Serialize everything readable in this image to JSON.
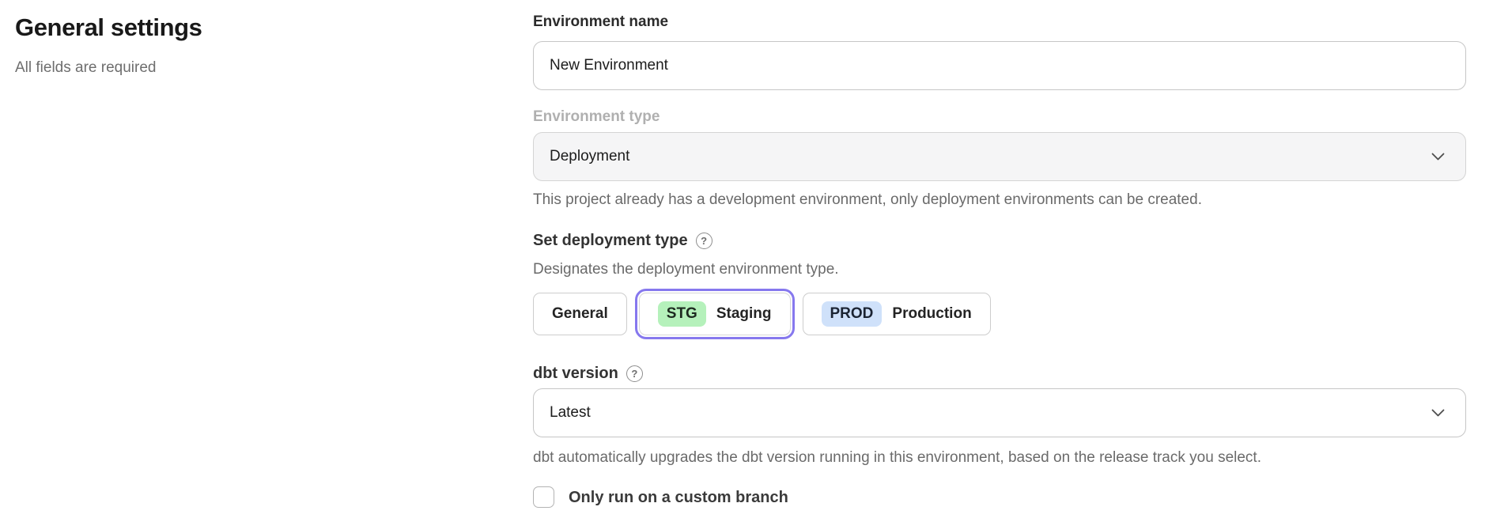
{
  "header": {
    "title": "General settings",
    "subtitle": "All fields are required"
  },
  "form": {
    "environment_name": {
      "label": "Environment name",
      "value": "New Environment"
    },
    "environment_type": {
      "label": "Environment type",
      "value": "Deployment",
      "state": "disabled",
      "helper": "This project already has a development environment, only deployment environments can be created."
    },
    "deployment_type": {
      "label": "Set deployment type",
      "help_icon": "question-circle",
      "description": "Designates the deployment environment type.",
      "options": [
        {
          "label": "General",
          "selected": false
        },
        {
          "badge": "STG",
          "label": "Staging",
          "selected": true
        },
        {
          "badge": "PROD",
          "label": "Production",
          "selected": false
        }
      ]
    },
    "dbt_version": {
      "label": "dbt version",
      "help_icon": "question-circle",
      "value": "Latest",
      "helper": "dbt automatically upgrades the dbt version running in this environment, based on the release track you select."
    },
    "custom_branch": {
      "label": "Only run on a custom branch",
      "checked": false
    }
  },
  "icons": {
    "help": "?",
    "dropdown": "chevron-down"
  },
  "colors": {
    "selected_ring": "#8678ee",
    "stg_badge_bg": "#b5f1bb",
    "prod_badge_bg": "#cfe1fa",
    "field_border": "#c6c6c6",
    "disabled_field_bg": "#f5f5f6",
    "muted_text": "#6a6a6a"
  }
}
